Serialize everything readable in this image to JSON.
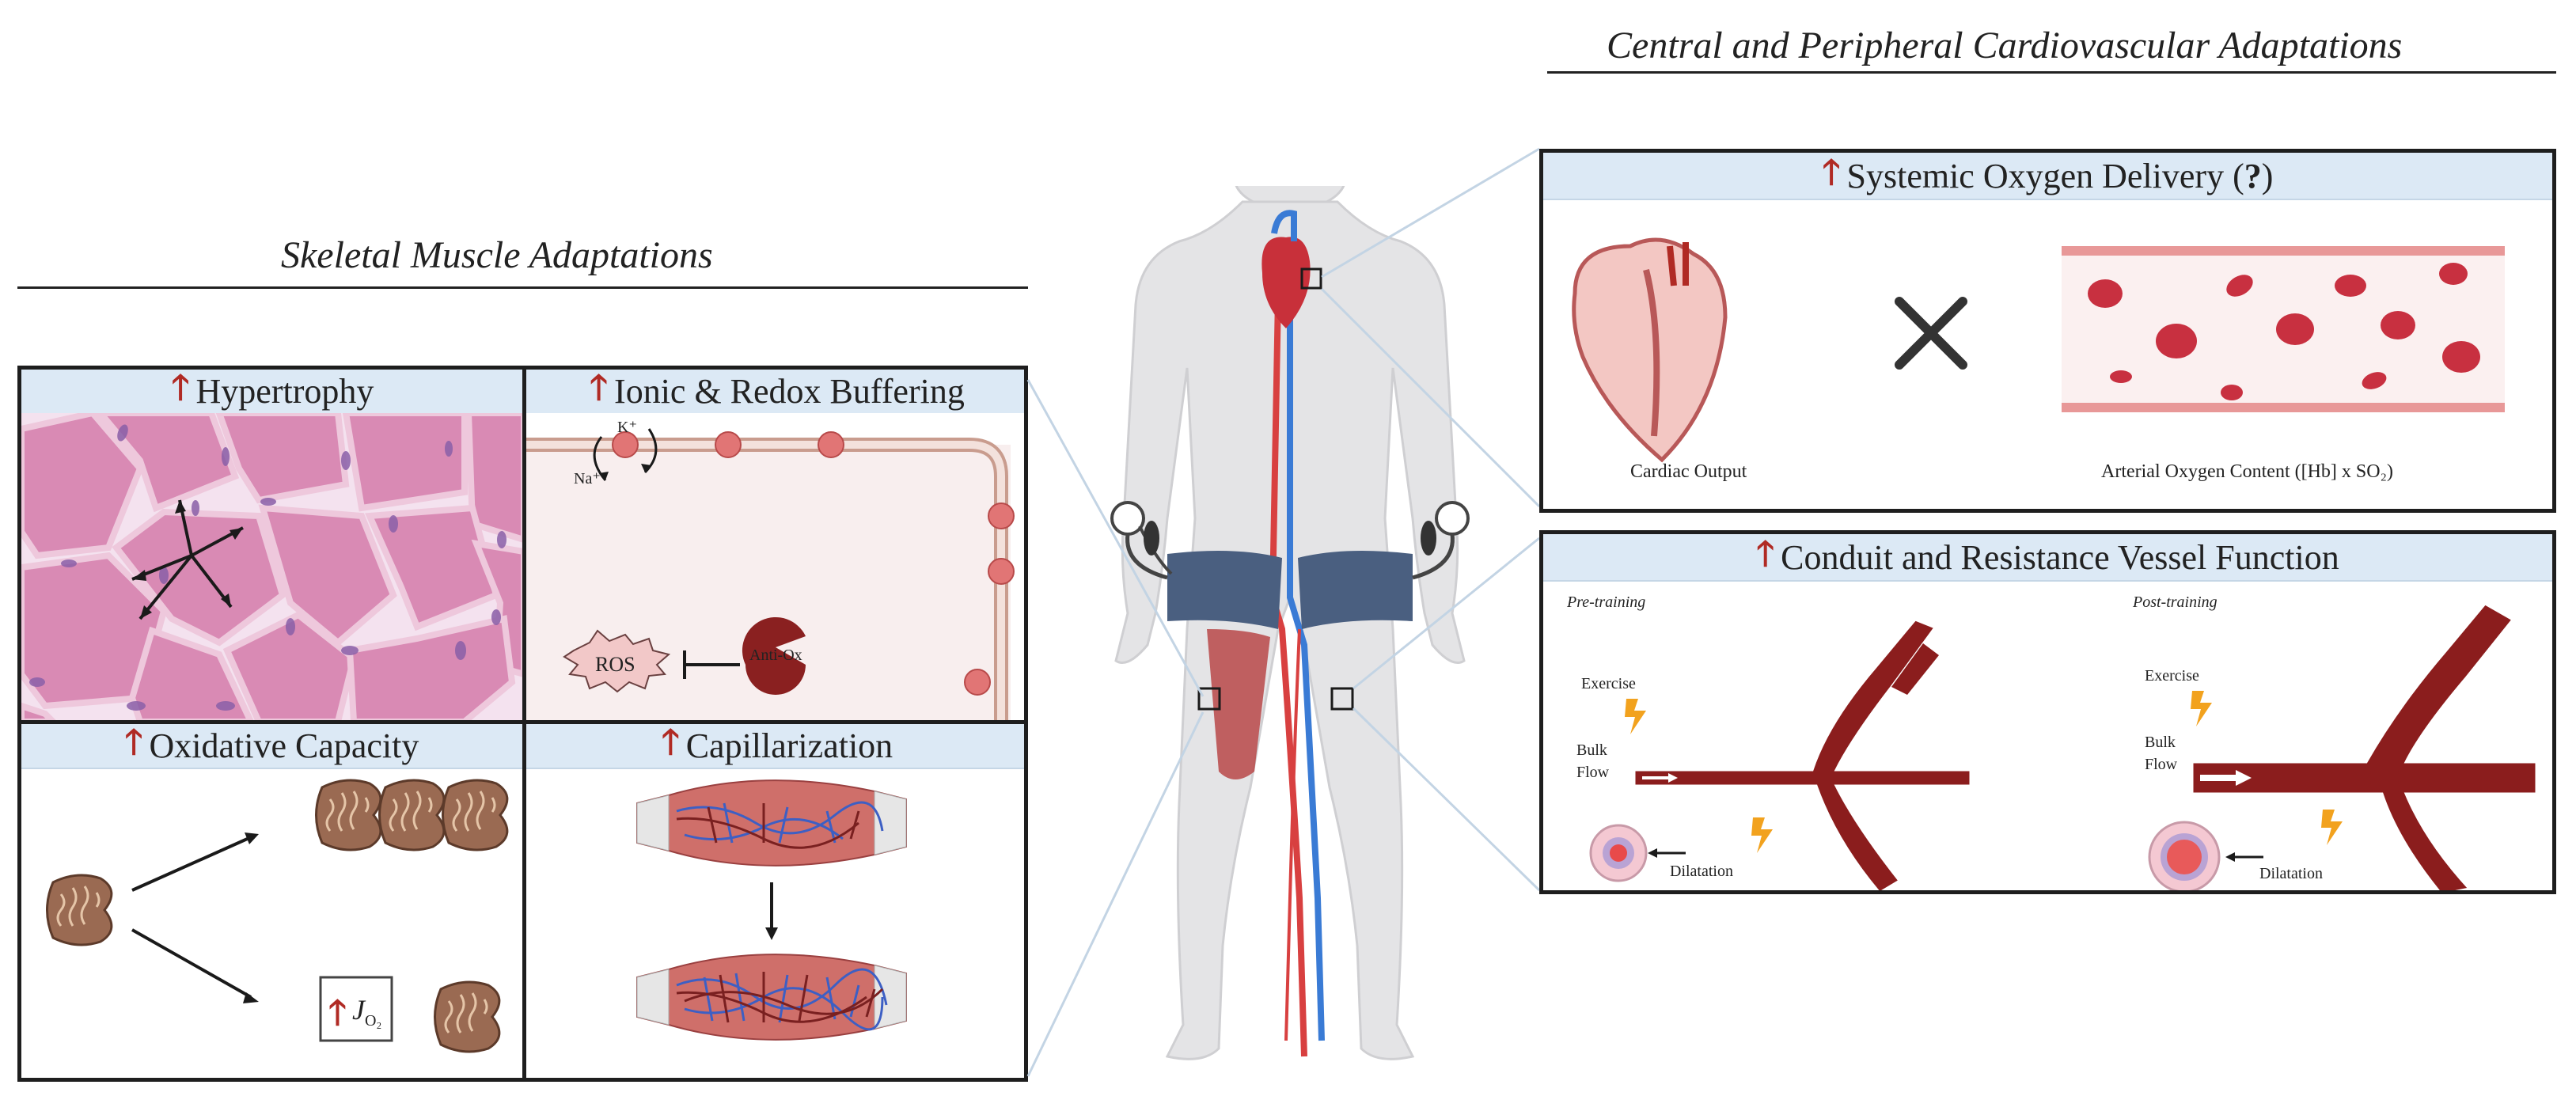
{
  "left": {
    "section_title": "Skeletal Muscle Adaptations",
    "hypertrophy": {
      "title": "Hypertrophy"
    },
    "ionic": {
      "title": "Ionic & Redox Buffering",
      "k_label": "K⁺",
      "na_label": "Na⁺",
      "antiox_label": "Anti-Ox",
      "ros_label": "ROS"
    },
    "oxidative": {
      "title": "Oxidative Capacity",
      "flux_label": "J",
      "flux_sub": "O₂"
    },
    "capillarization": {
      "title": "Capillarization"
    }
  },
  "right": {
    "section_title": "Central and Peripheral Cardiovascular Adaptations",
    "oxygen": {
      "title_main": "Systemic Oxygen Delivery (",
      "title_q": "?",
      "title_end": ")",
      "cardiac_label": "Cardiac Output",
      "arterial_label": "Arterial Oxygen Content ([Hb] x SO₂)"
    },
    "vessel": {
      "title": "Conduit and Resistance Vessel Function",
      "pre_label": "Pre-training",
      "post_label": "Post-training",
      "exercise_label": "Exercise",
      "bulk_label": "Bulk",
      "flow_label": "Flow",
      "dilatation_label": "Dilatation"
    }
  },
  "colors": {
    "up_arrow": "#b02a24",
    "panel_header": "#dce9f5",
    "muscle_pink": "#d97fae",
    "vessel_red": "#8b1d1d",
    "vein_blue": "#3d7fc4",
    "body_gray": "#e4e4e6",
    "cuff_blue": "#4a5f80",
    "mito_brown": "#9a6a52"
  }
}
